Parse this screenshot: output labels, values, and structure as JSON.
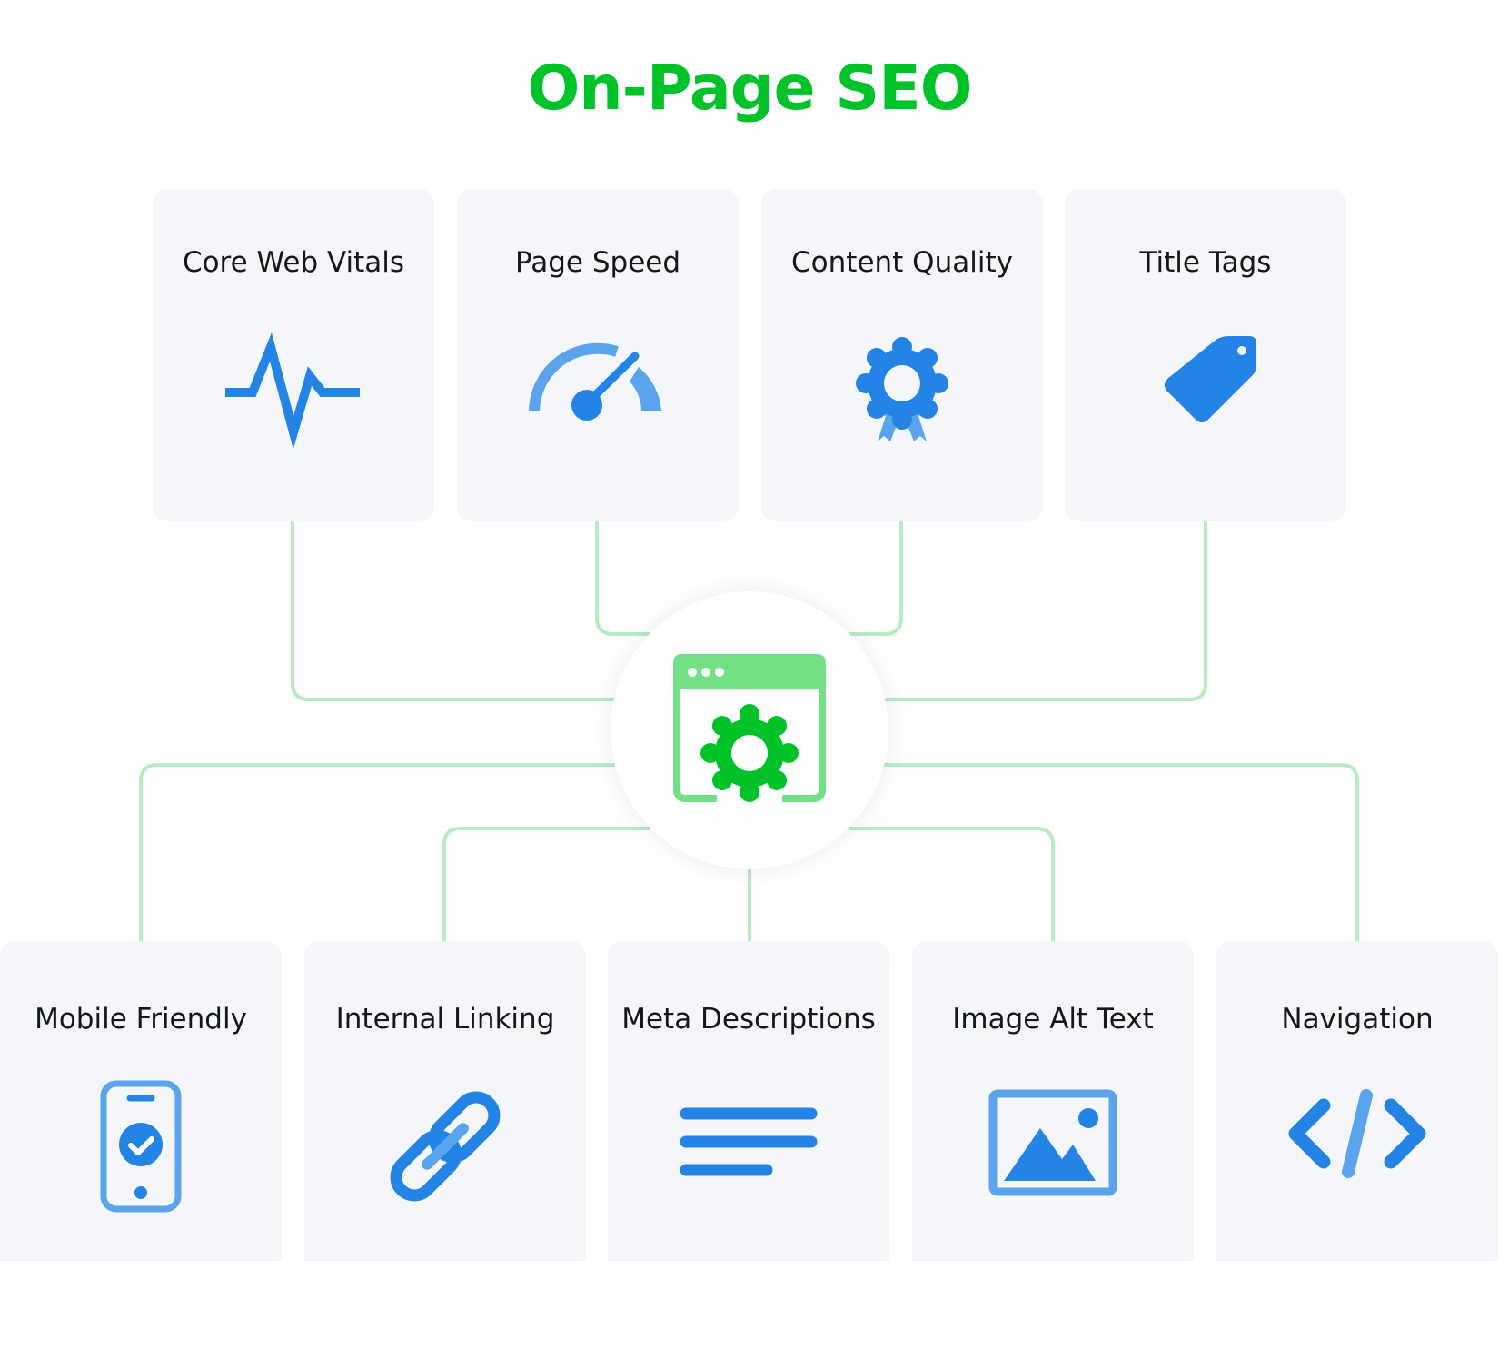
{
  "title": "On-Page SEO",
  "hub": {
    "icon": "browser-gear-icon"
  },
  "top_cards": [
    {
      "label": "Core Web Vitals",
      "icon": "heartbeat-pulse-icon"
    },
    {
      "label": "Page Speed",
      "icon": "speedometer-icon"
    },
    {
      "label": "Content Quality",
      "icon": "award-badge-icon"
    },
    {
      "label": "Title Tags",
      "icon": "tag-icon"
    }
  ],
  "bottom_cards": [
    {
      "label": "Mobile Friendly",
      "icon": "mobile-check-icon"
    },
    {
      "label": "Internal Linking",
      "icon": "link-icon"
    },
    {
      "label": "Meta Descriptions",
      "icon": "text-lines-icon"
    },
    {
      "label": "Image Alt Text",
      "icon": "image-icon"
    },
    {
      "label": "Navigation",
      "icon": "code-icon"
    }
  ],
  "colors": {
    "title": "#00c32a",
    "connector": "#b6ecc0",
    "icon_primary": "#2384e6",
    "icon_light": "#5aa4ee",
    "hub_light": "#74e085",
    "hub_dark": "#00c32a",
    "card_background": "#f4f6fa"
  }
}
